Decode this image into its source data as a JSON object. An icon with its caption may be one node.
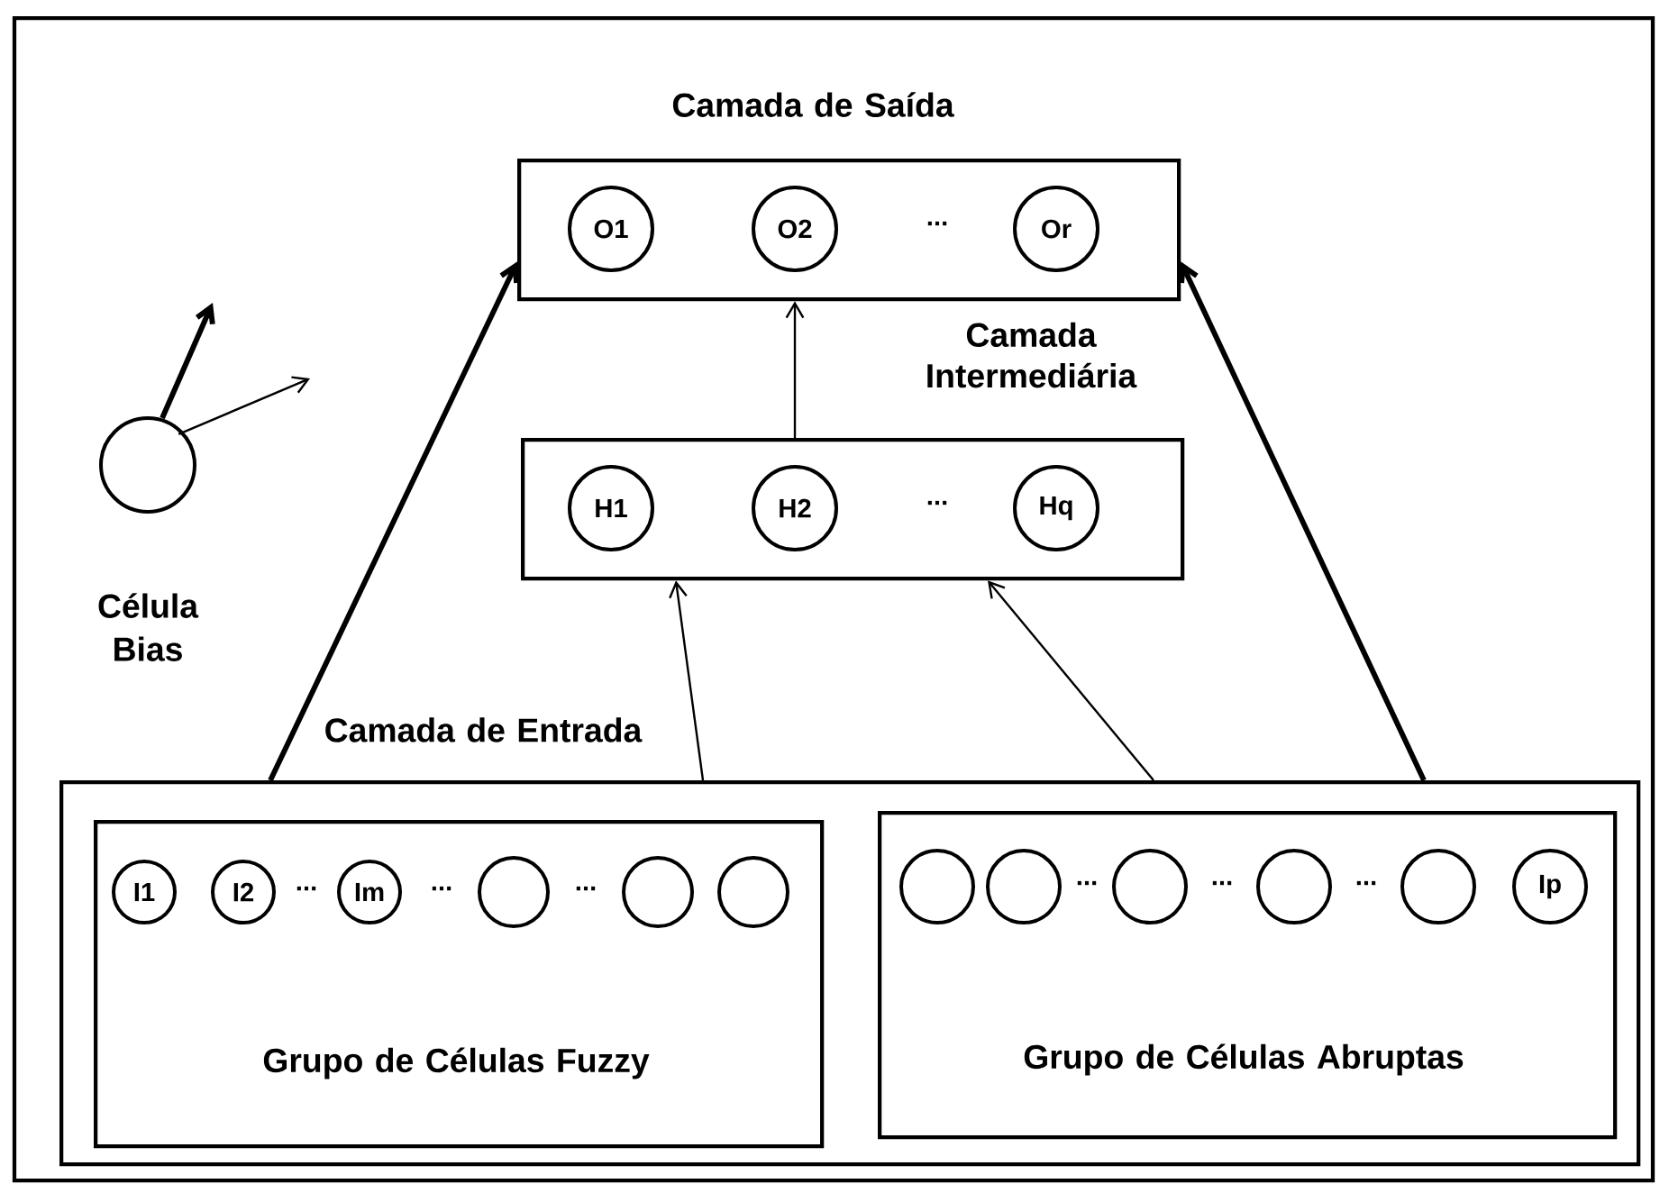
{
  "diagram": {
    "nodes": [
      {
        "text": [
          "Camada de Saída"
        ]
      },
      {
        "text": [
          "O1"
        ],
        "in": 0
      },
      {
        "text": [
          "O2"
        ],
        "in": 0
      },
      {
        "text": [
          "Or"
        ],
        "in": 0
      },
      {
        "text": [
          "Camada Intermediária"
        ]
      },
      {
        "text": [
          "H1"
        ],
        "in": 4
      },
      {
        "text": [
          "H2"
        ],
        "in": 4
      },
      {
        "text": [
          "Hq"
        ],
        "in": 4
      },
      {
        "text": [],
        "shape": "circle",
        "beside": [
          "Célula Bias"
        ]
      },
      {
        "text": [
          "Camada de Entrada"
        ]
      },
      {
        "text": [
          "Grupo de Células Fuzzy"
        ],
        "in": 9
      },
      {
        "text": [
          "I1"
        ],
        "in": 10
      },
      {
        "text": [
          "I2"
        ],
        "in": 10
      },
      {
        "text": [
          "Im"
        ],
        "in": 10
      },
      {
        "text": [],
        "shape": "circle",
        "in": 10
      },
      {
        "text": [],
        "shape": "circle",
        "in": 10
      },
      {
        "text": [],
        "shape": "circle",
        "in": 10
      },
      {
        "text": [
          "Grupo de Células Abruptas"
        ],
        "in": 9
      },
      {
        "text": [],
        "shape": "circle",
        "in": 17
      },
      {
        "text": [],
        "shape": "circle",
        "in": 17
      },
      {
        "text": [],
        "shape": "circle",
        "in": 17
      },
      {
        "text": [],
        "shape": "circle",
        "in": 17
      },
      {
        "text": [],
        "shape": "circle",
        "in": 17
      },
      {
        "text": [
          "Ip"
        ],
        "in": 17
      }
    ],
    "edges": [
      {
        "from": 9,
        "to": 0,
        "arrow": "to",
        "style": "thick"
      },
      {
        "from": 9,
        "to": 0,
        "arrow": "to",
        "style": "thick"
      },
      {
        "from": 9,
        "to": 4,
        "arrow": "to"
      },
      {
        "from": 9,
        "to": 4,
        "arrow": "to"
      },
      {
        "from": 4,
        "to": 0,
        "arrow": "to"
      },
      {
        "from": 8,
        "to": null,
        "arrow": "to",
        "style": "thick"
      },
      {
        "from": 8,
        "to": null,
        "arrow": "to"
      }
    ],
    "labels": [
      "...",
      "...",
      "...",
      "...",
      "...",
      "...",
      "...",
      "..."
    ]
  }
}
